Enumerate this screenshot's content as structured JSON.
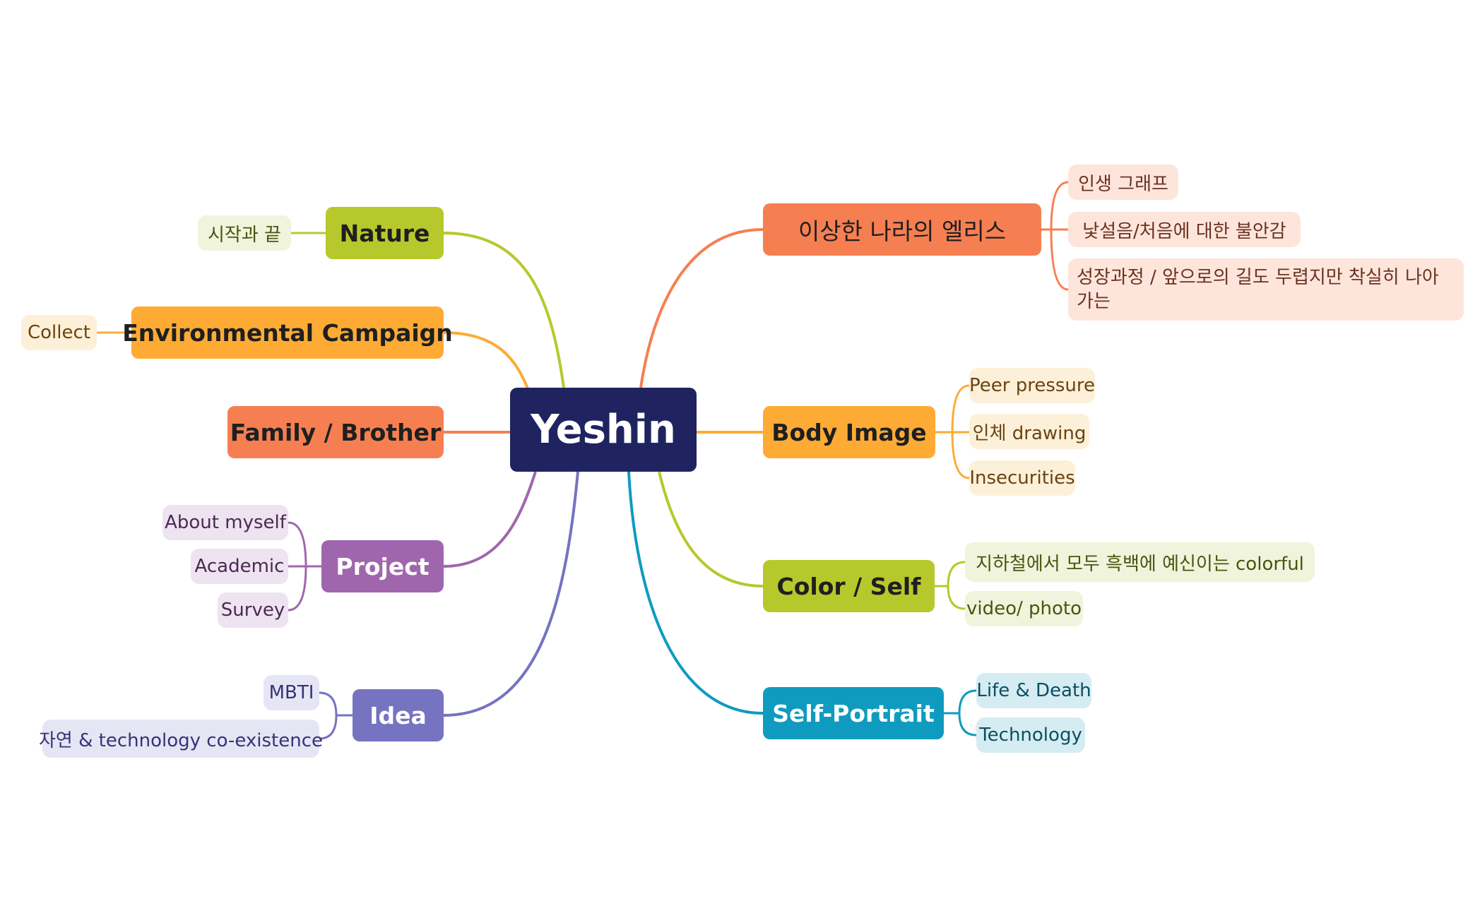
{
  "root": {
    "label": "Yeshin"
  },
  "branches": {
    "alice": {
      "label": "이상한 나라의 엘리스",
      "color": "#f67f52",
      "leaf_bg": "#fde5dc",
      "leaves": [
        "인생 그래프",
        "낯설음/처음에 대한 불안감",
        "성장과정 / 앞으로의 길도 두렵지만 착실히 나아가는"
      ]
    },
    "body_image": {
      "label": "Body Image",
      "color": "#fdab35",
      "leaf_bg": "#fdf0d9",
      "leaves": [
        "Peer pressure",
        "인체 drawing",
        "Insecurities"
      ]
    },
    "color_self": {
      "label": "Color / Self",
      "color": "#b7c82c",
      "leaf_bg": "#f0f4dc",
      "leaves": [
        "지하철에서 모두 흑백에 예신이는 colorful",
        "video/ photo"
      ]
    },
    "self_portrait": {
      "label": "Self-Portrait",
      "color": "#0f9bbf",
      "leaf_bg": "#d5ecf2",
      "leaves": [
        "Life & Death",
        "Technology"
      ]
    },
    "nature": {
      "label": "Nature",
      "color": "#b7c82c",
      "leaf_bg": "#f0f4dc",
      "leaves": [
        "시작과 끝"
      ]
    },
    "env": {
      "label": "Environmental Campaign",
      "color": "#fdab35",
      "leaf_bg": "#fdf0d9",
      "leaves": [
        "Collect"
      ]
    },
    "family": {
      "label": "Family / Brother",
      "color": "#f67f52",
      "leaf_bg": "#fde5dc",
      "leaves": []
    },
    "project": {
      "label": "Project",
      "color": "#a066ad",
      "leaf_bg": "#eee3f0",
      "leaves": [
        "About myself",
        "Academic",
        "Survey"
      ]
    },
    "idea": {
      "label": "Idea",
      "color": "#7673c0",
      "leaf_bg": "#e6e5f3",
      "leaves": [
        "MBTI",
        "자연 & technology co-existence"
      ]
    }
  }
}
